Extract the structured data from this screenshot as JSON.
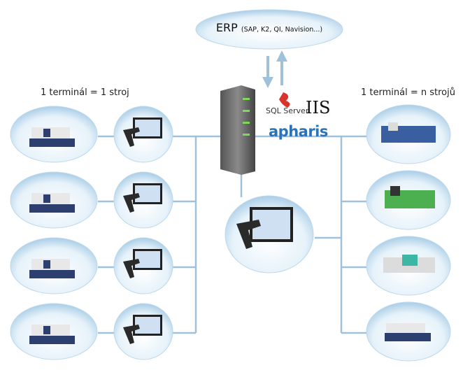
{
  "erp": {
    "title": "ERP",
    "systems": "(SAP, K2, QI, Navision...)"
  },
  "left_label": "1 terminál = 1 stroj",
  "right_label": "1 terminál = n strojů",
  "server": {
    "db": "SQL Server",
    "web": "IIS",
    "brand": "apharis"
  },
  "colors": {
    "line": "#9fc1da",
    "bubble": "#d8ebf7",
    "brand": "#2a73b8"
  },
  "icons": [
    "server-icon",
    "terminal-scanner-icon",
    "injection-machine-icon",
    "sql-server-logo",
    "apharis-logo"
  ]
}
